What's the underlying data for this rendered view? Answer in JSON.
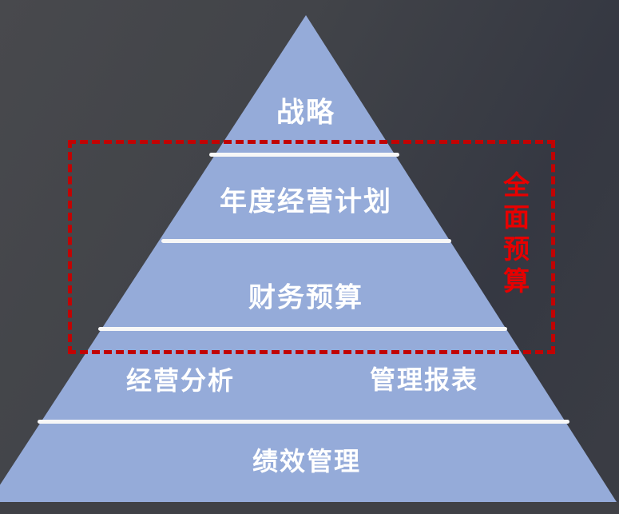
{
  "pyramid": {
    "levels": [
      {
        "label": "战略"
      },
      {
        "label": "年度经营计划"
      },
      {
        "label": "财务预算"
      },
      {
        "left_label": "经营分析",
        "right_label": "管理报表"
      },
      {
        "label": "绩效管理"
      }
    ]
  },
  "annotation": {
    "label": "全面预算"
  },
  "colors": {
    "pyramid_fill": "#95abd9",
    "label_white": "#ffffff",
    "separator_white": "#f7f7f7",
    "dash_red": "#c10303",
    "annotation_red": "#e80000",
    "bg_top_left": "#48494d",
    "bg_mid": "#353842",
    "bg_strip": "#404146"
  }
}
